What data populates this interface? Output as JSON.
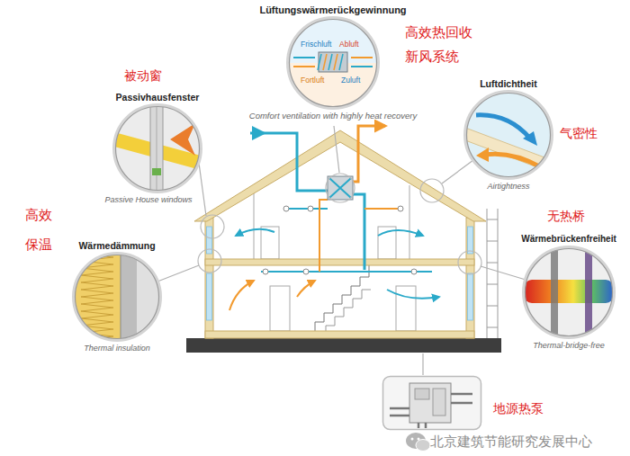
{
  "diagram": {
    "nodes": [
      {
        "text": [
          "Lüftungswärmerückgewinnung",
          "Frischluft",
          "Abluft",
          "Fortluft",
          "Zuluft",
          "Comfort ventilation with highly heat recovery",
          "高效热回收 新风系统"
        ]
      },
      {
        "text": [
          "Passivhausfenster",
          "Passive House windows",
          "被动窗"
        ]
      },
      {
        "text": [
          "Luftdichtheit",
          "Airtightness",
          "气密性"
        ]
      },
      {
        "text": [
          "Wärmedämmung",
          "Thermal insulation",
          "高效 保温"
        ]
      },
      {
        "text": [
          "Wärmebrückenfreiheit",
          "Thermal-bridge-free",
          "无热桥"
        ]
      },
      {
        "text": [
          "地源热泵"
        ]
      }
    ],
    "labels": [
      "北京建筑节能研究发展中心"
    ]
  }
}
